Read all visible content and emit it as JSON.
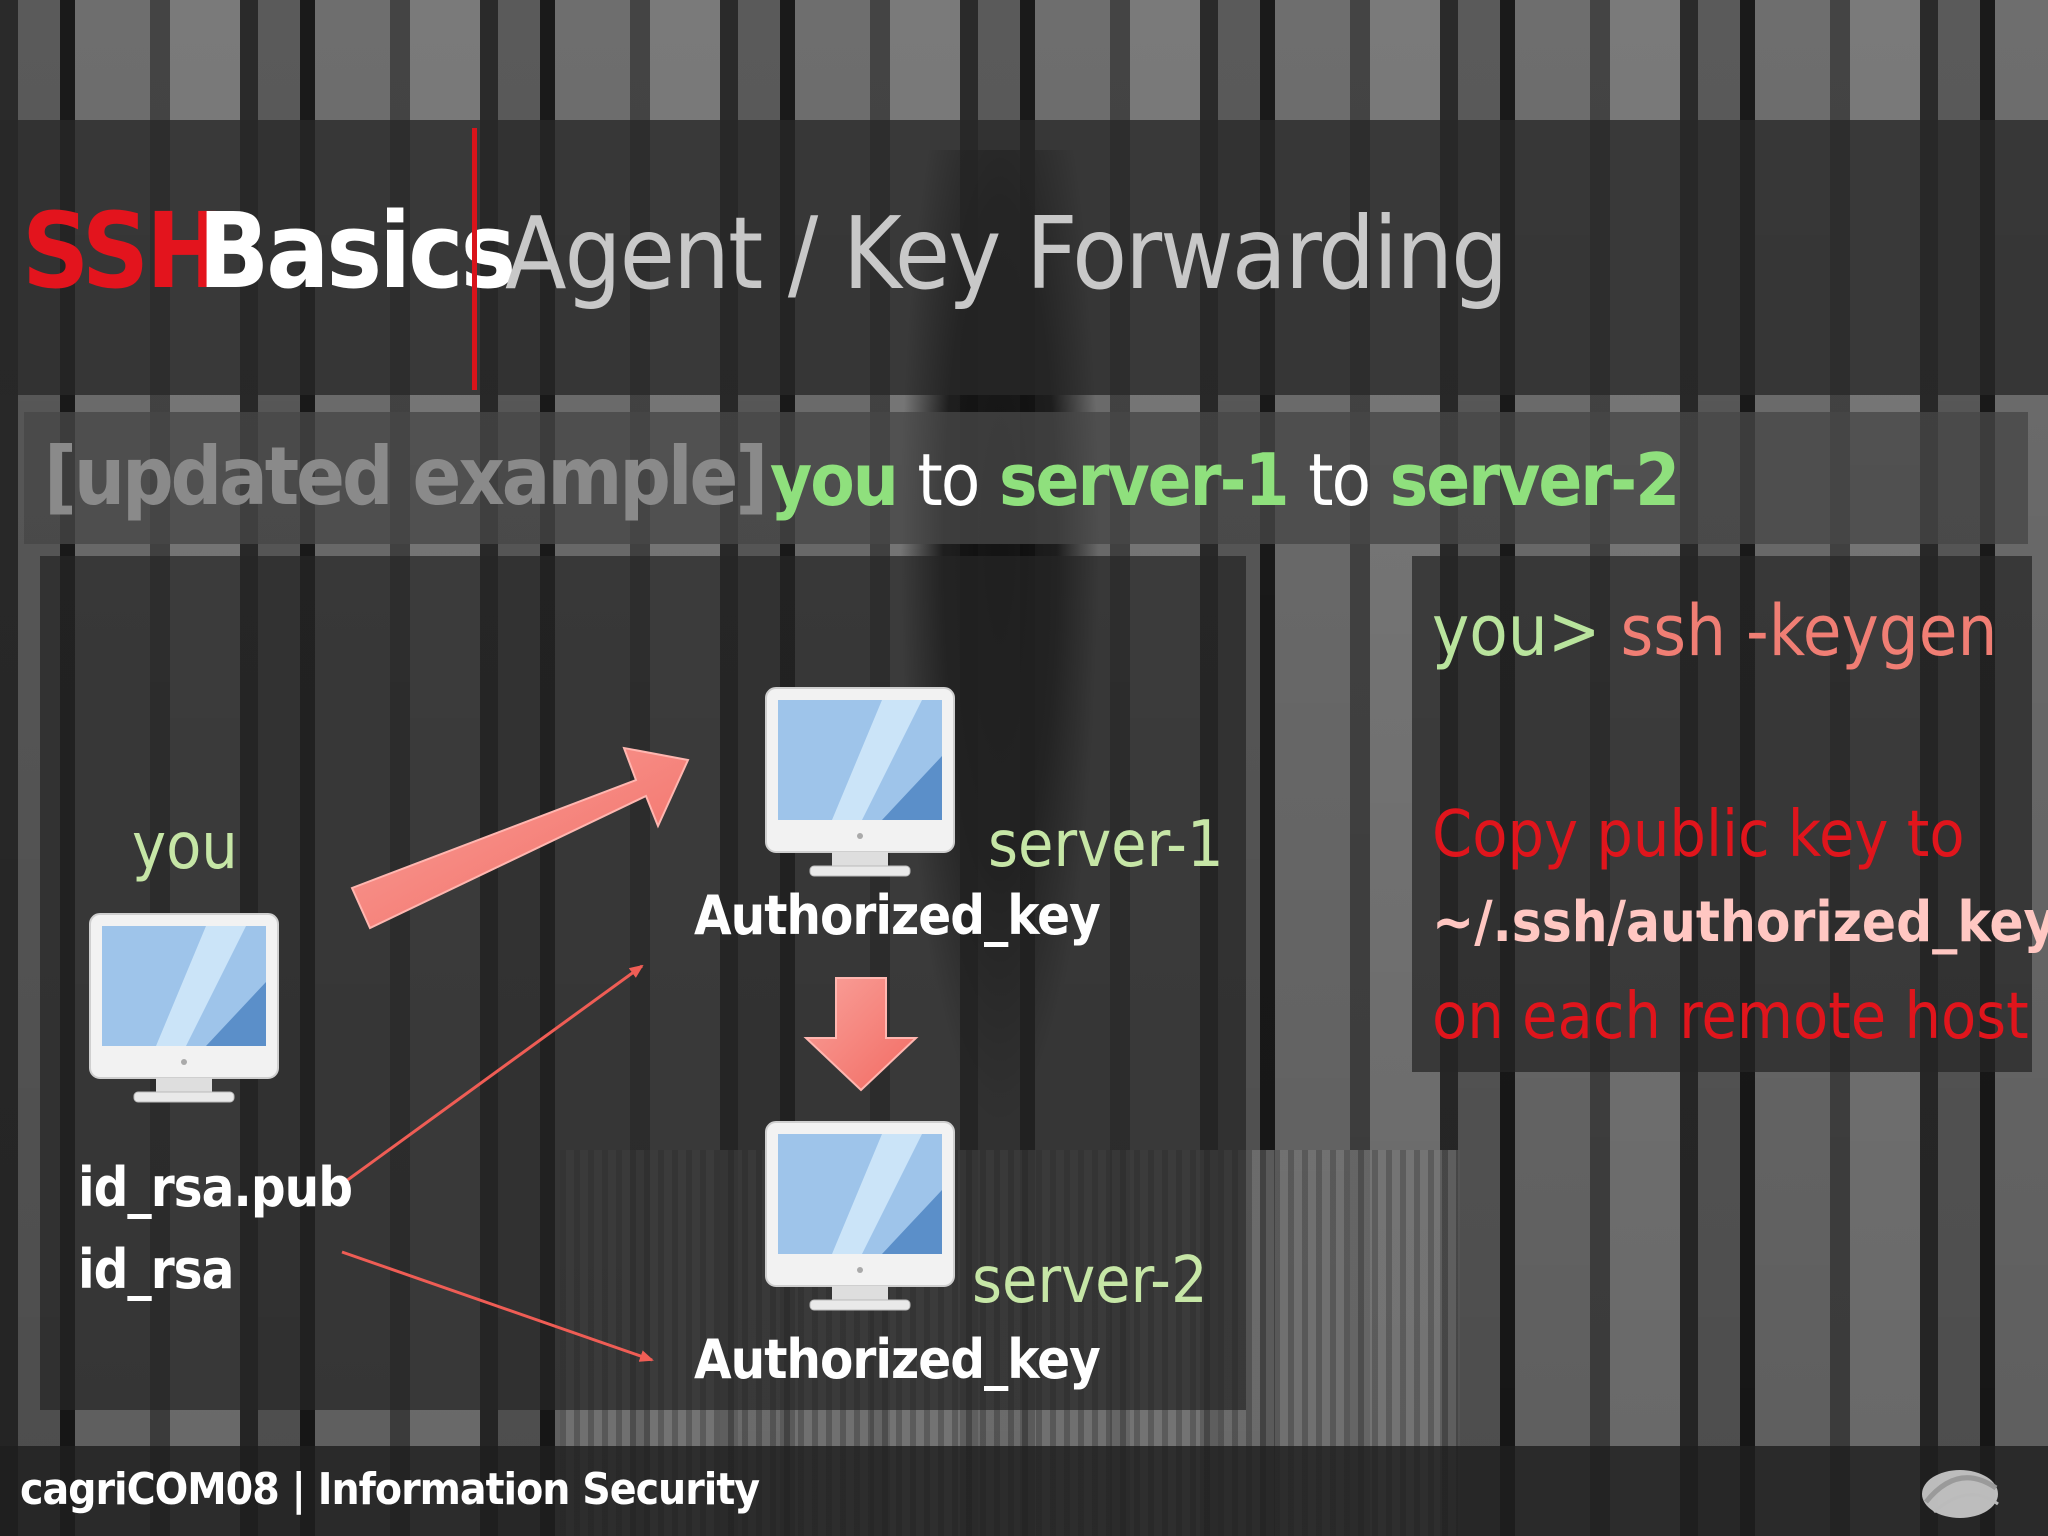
{
  "title": {
    "part1": "SSH",
    "part2": "Basics",
    "subtitle": "Agent / Key Forwarding"
  },
  "subheader": {
    "label": "[updated example]",
    "route": {
      "w1": "you",
      "t1": "to",
      "w2": "server-1",
      "t2": "to",
      "w3": "server-2"
    }
  },
  "diagram": {
    "you_label": "you",
    "you_files": [
      "id_rsa.pub",
      "id_rsa"
    ],
    "server1_label": "server-1",
    "server1_sub": "Authorized_key",
    "server2_label": "server-2",
    "server2_sub": "Authorized_key"
  },
  "notes": {
    "prompt": "you>",
    "command": "ssh -keygen",
    "line1": "Copy public key to",
    "path": "~/.ssh/authorized_keys",
    "line3": "on each remote host"
  },
  "footer": {
    "brand": "cagriCOM08 |",
    "section": "Information Security"
  },
  "colors": {
    "title_red": "#e3141d",
    "route_green": "#8fe07d",
    "note_red": "#e0151c",
    "arrow_fill": "#f47b73"
  },
  "icons": [
    "computer-monitor-icon",
    "block-arrow-icon",
    "logo-icon"
  ]
}
